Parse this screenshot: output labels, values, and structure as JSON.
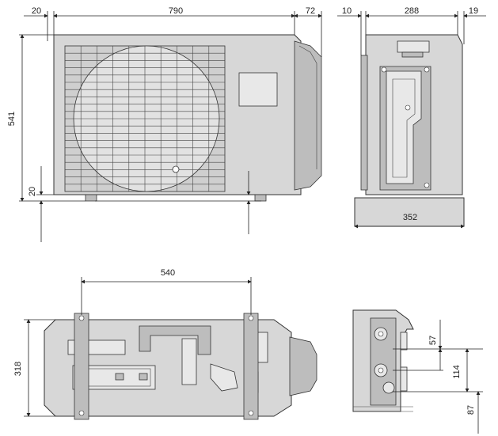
{
  "front_view": {
    "dims": {
      "left_offset": "20",
      "width": "790",
      "right_offset": "72",
      "height": "541",
      "foot_height": "20"
    }
  },
  "side_view": {
    "dims": {
      "left_offset": "10",
      "depth": "288",
      "right_offset": "19",
      "base_depth": "352"
    }
  },
  "bottom_view": {
    "dims": {
      "mount_span": "540",
      "depth": "318"
    }
  },
  "connection_view": {
    "dims": {
      "top": "57",
      "middle": "114",
      "bottom": "87"
    }
  }
}
